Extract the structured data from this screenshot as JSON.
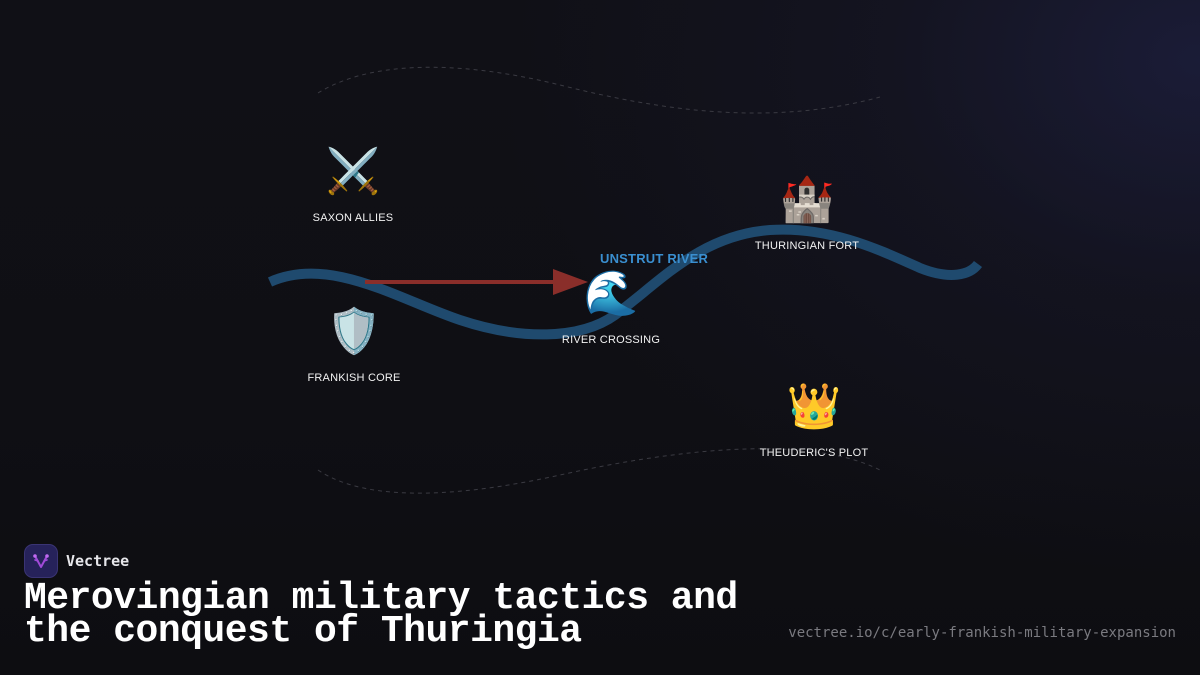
{
  "diagram": {
    "river": {
      "label": "UNSTRUT RIVER",
      "color": "#1f4a6e",
      "label_color": "#3a8fd0"
    },
    "arrow": {
      "from": "frankish-core-area",
      "to": "river-crossing",
      "color": "#8a2e2a"
    },
    "nodes": [
      {
        "id": "saxon-allies",
        "icon": "crossed-swords-icon",
        "glyph": "⚔️",
        "label": "SAXON ALLIES"
      },
      {
        "id": "frankish-core",
        "icon": "shield-icon",
        "glyph": "🛡️",
        "label": "FRANKISH CORE"
      },
      {
        "id": "river-crossing",
        "icon": "water-wave-icon",
        "glyph": "🌊",
        "label": "RIVER CROSSING"
      },
      {
        "id": "thuringian-fort",
        "icon": "castle-icon",
        "glyph": "🏰",
        "label": "THURINGIAN FORT"
      },
      {
        "id": "theuderics-plot",
        "icon": "crown-icon",
        "glyph": "👑",
        "label": "THEUDERIC'S PLOT"
      }
    ],
    "dashed_line_color": "#3a3a42"
  },
  "footer": {
    "brand": "Vectree",
    "title": "Merovingian military tactics and\nthe conquest of Thuringia",
    "url": "vectree.io/c/early-frankish-military-expansion"
  }
}
